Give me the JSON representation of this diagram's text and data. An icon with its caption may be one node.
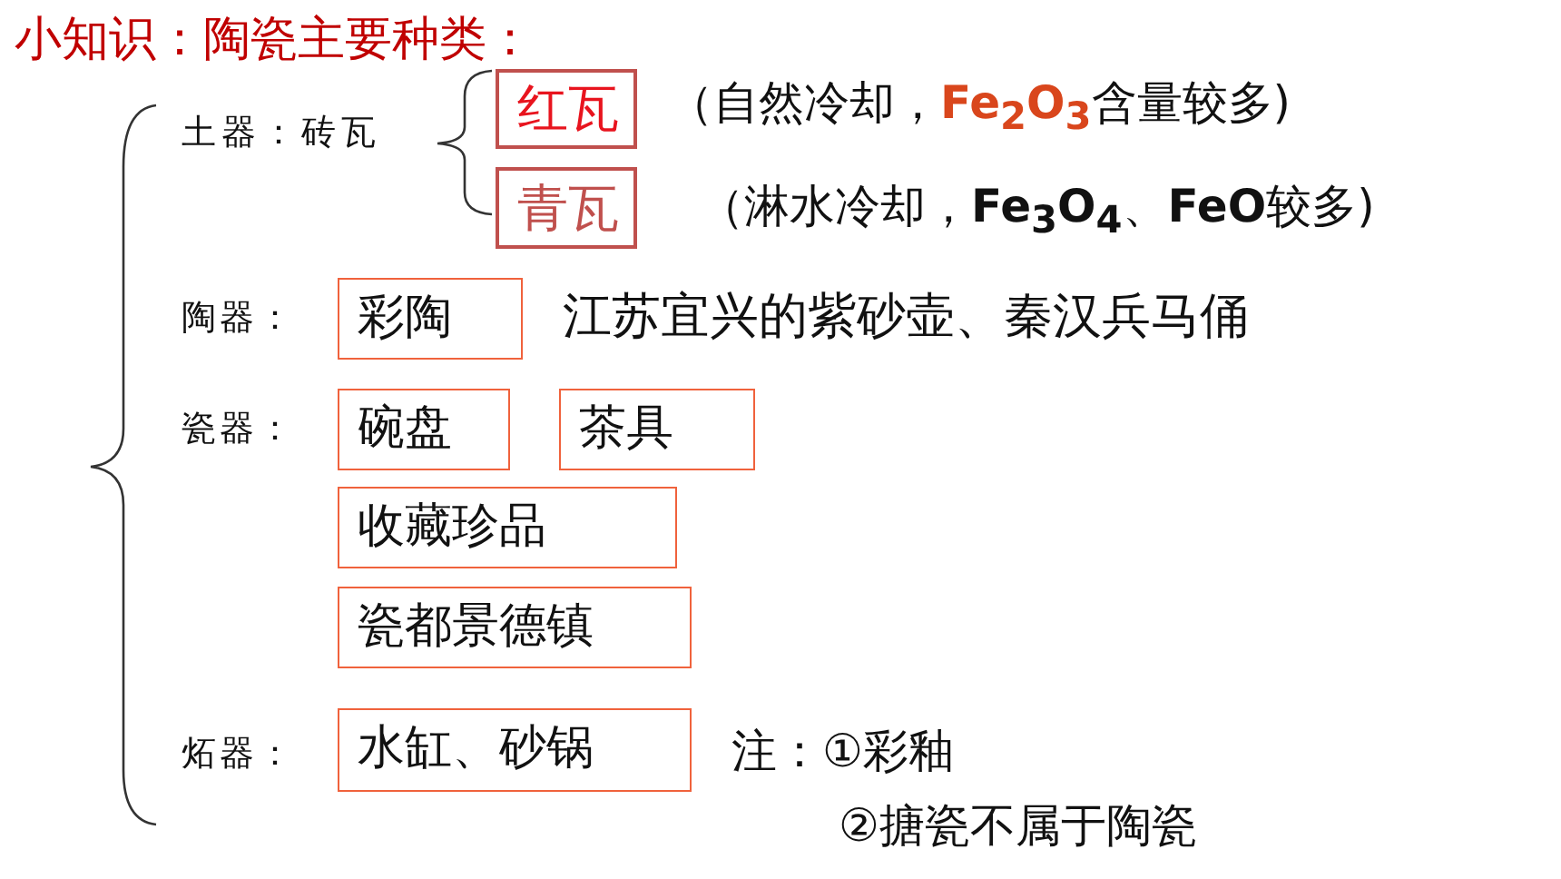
{
  "diagram": {
    "title": "小知识：陶瓷主要种类：",
    "nodes": [
      {
        "text": [
          "红瓦"
        ],
        "beside": [
          "（自然冷却，**Fe$_{2}$O$_{3}$**含量较多)"
        ]
      },
      {
        "text": [
          "青瓦"
        ],
        "beside": [
          "（淋水冷却，**Fe$_{3}$O$_{4}$**、**FeO**较多)"
        ]
      },
      {
        "text": [
          "彩陶"
        ],
        "beside": [
          "江苏宜兴的紫砂壶、秦汉兵马俑"
        ]
      },
      {
        "text": [
          "碗盘"
        ]
      },
      {
        "text": [
          "茶具"
        ]
      },
      {
        "text": [
          "收藏珍品"
        ]
      },
      {
        "text": [
          "瓷都景德镇"
        ]
      },
      {
        "text": [
          "水缸、砂锅"
        ]
      }
    ],
    "labels": [
      "土器：砖瓦",
      "陶器：",
      "瓷器：",
      "炻器：",
      "注：①彩釉",
      "②搪瓷不属于陶瓷"
    ]
  }
}
